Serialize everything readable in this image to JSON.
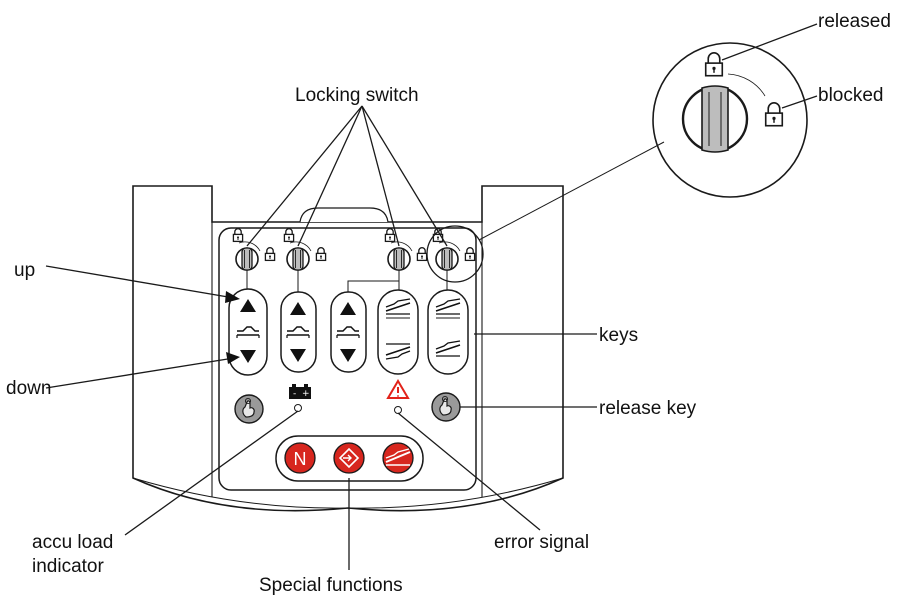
{
  "labels": {
    "locking_switch": "Locking switch",
    "released": "released",
    "blocked": "blocked",
    "up": "up",
    "down": "down",
    "keys": "keys",
    "release_key": "release key",
    "accu_load_indicator_line1": "accu load",
    "accu_load_indicator_line2": "indicator",
    "error_signal": "error signal",
    "special_functions": "Special functions"
  },
  "special_keys": {
    "n_key_letter": "N"
  },
  "colors": {
    "outline": "#1a1a1a",
    "key_red": "#d7261e",
    "warning_red": "#e2231a",
    "release_grey": "#9a9a9a",
    "knob_grey": "#bdbdbd"
  },
  "icons": {
    "switch_lock_left": "padlock-open-icon",
    "switch_lock_right": "padlock-closed-icon",
    "battery": "battery-icon",
    "warning": "warning-triangle-icon",
    "release": "hand-press-icon",
    "emergency_n": "n-letter-icon",
    "special_diamond": "diamond-arrow-icon",
    "special_bed": "bed-tilt-icon",
    "key_up": "arrow-up-icon",
    "key_down": "arrow-down-icon"
  }
}
